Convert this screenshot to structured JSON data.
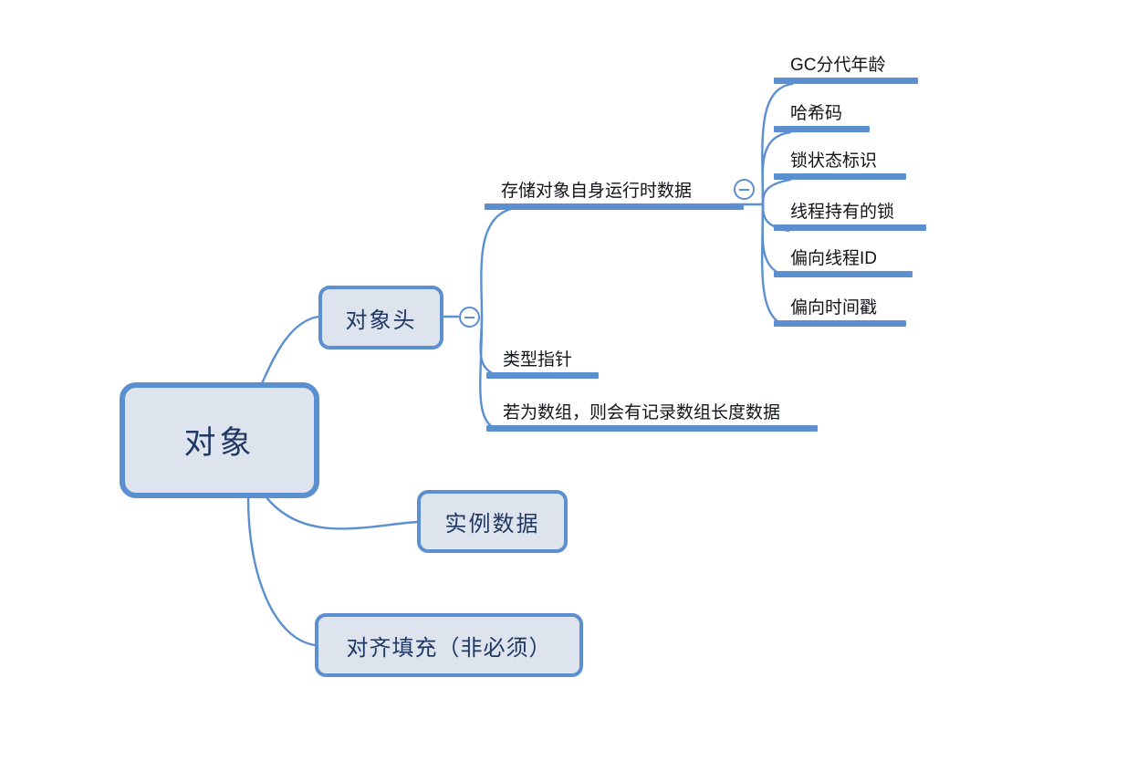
{
  "diagram": {
    "type": "mind-map",
    "title": "对象",
    "background_color": "#ffffff",
    "accent_color": "#5b8fd0",
    "node_fill_color": "#dde4ee",
    "root_text_color": "#1f3864",
    "leaf_text_color": "#111418"
  },
  "root": {
    "label": "对象"
  },
  "branches": {
    "object_header": {
      "label": "对象头",
      "toggle_state": "expanded",
      "toggle_icon": "minus-circle-icon",
      "children": [
        {
          "label": "存储对象自身运行时数据",
          "toggle_state": "expanded",
          "toggle_icon": "minus-circle-icon",
          "children": [
            {
              "label": "GC分代年龄"
            },
            {
              "label": "哈希码"
            },
            {
              "label": "锁状态标识"
            },
            {
              "label": "线程持有的锁"
            },
            {
              "label": "偏向线程ID"
            },
            {
              "label": "偏向时间戳"
            }
          ]
        },
        {
          "label": "类型指针",
          "children": []
        },
        {
          "label": "若为数组，则会有记录数组长度数据",
          "children": []
        }
      ]
    },
    "instance_data": {
      "label": "实例数据"
    },
    "padding": {
      "label": "对齐填充（非必须）"
    }
  }
}
